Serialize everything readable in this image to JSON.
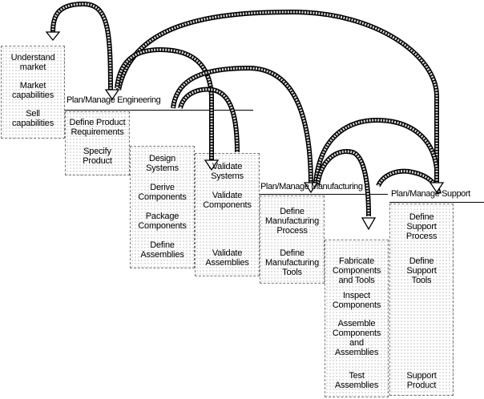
{
  "market_box": {
    "items": [
      [
        "Understand",
        "market"
      ],
      [
        "Market",
        "capabilities"
      ],
      [
        "Sell",
        "capabilities"
      ]
    ]
  },
  "engineering": {
    "header": "Plan/Manage Engineering",
    "col1": [
      [
        "Define Product",
        "Requirements"
      ],
      [
        "Specify",
        "Product"
      ]
    ],
    "col2": [
      [
        "Design",
        "Systems"
      ],
      [
        "Derive",
        "Components"
      ],
      [
        "Package",
        "Components"
      ],
      [
        "Define",
        "Assemblies"
      ]
    ],
    "col3": [
      [
        "Validate",
        "Systems"
      ],
      [
        "Validate",
        "Components"
      ],
      [
        "Validate",
        "Assemblies"
      ]
    ]
  },
  "manufacturing": {
    "header": "Plan/Manage Manufacturing",
    "col1": [
      [
        "Define",
        "Manufacturing",
        "Process"
      ],
      [
        "Define",
        "Manufacturing",
        "Tools"
      ]
    ],
    "col2": [
      [
        "Fabricate",
        "Components",
        "and Tools"
      ],
      [
        "Inspect",
        "Components"
      ],
      [
        "Assemble",
        "Components",
        "and",
        "Assemblies"
      ],
      [
        "Test",
        "Assemblies"
      ]
    ]
  },
  "support": {
    "header": "Plan/Manage Support",
    "col1": [
      [
        "Define",
        "Support",
        "Process"
      ],
      [
        "Define",
        "Support",
        "Tools"
      ],
      [
        "Support",
        "Product"
      ]
    ]
  }
}
